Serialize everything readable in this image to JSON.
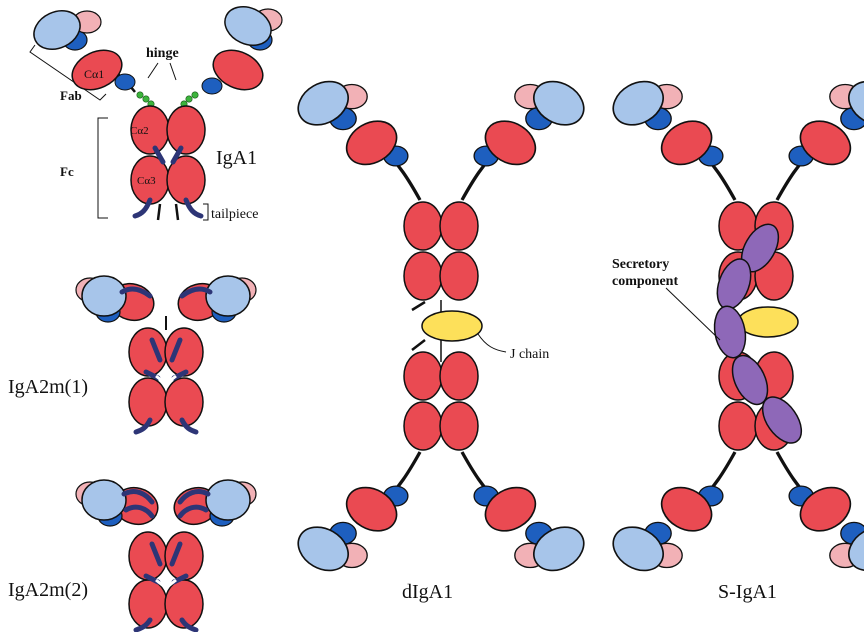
{
  "labels": {
    "fab": "Fab",
    "fc": "Fc",
    "hinge": "hinge",
    "ca1": "Cα1",
    "ca2": "Cα2",
    "ca3": "Cα3",
    "tailpiece": "tailpiece",
    "iga1": "IgA1",
    "iga2m1": "IgA2m(1)",
    "iga2m2": "IgA2m(2)",
    "jchain": "J chain",
    "secretory_line1": "Secretory",
    "secretory_line2": "component",
    "diga1": "dIgA1",
    "siga1": "S-IgA1"
  },
  "colors": {
    "heavy_chain": "#ea4a52",
    "light_variable": "#a7c5ea",
    "light_pink": "#f2b1b6",
    "dark_blue": "#1e5fbf",
    "glycan": "#2d3576",
    "hinge_glycan": "#3cb43c",
    "j_chain": "#fde05a",
    "secretory_component": "#8e68b8",
    "outline": "#111111"
  }
}
